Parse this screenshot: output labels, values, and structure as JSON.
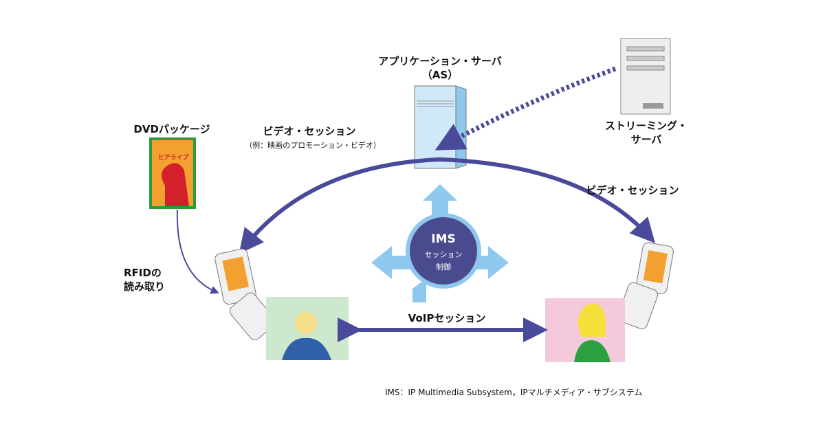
{
  "labels": {
    "app_server": "アプリケーション・サーバ",
    "app_server_abbr": "（AS）",
    "streaming_server_line1": "ストリーミング・",
    "streaming_server_line2": "サーバ",
    "dvd_package": "DVDパッケージ",
    "dvd_cover_title": "ヒアライブ",
    "video_session_left": "ビデオ・セッション",
    "video_session_left_example": "（例：映画のプロモーション・ビデオ）",
    "video_session_right": "ビデオ・セッション",
    "rfid_line1": "RFIDの",
    "rfid_line2": "読み取り",
    "ims": "IMS",
    "ims_line2": "セッション",
    "ims_line3": "制御",
    "voip_session": "VoIPセッション",
    "footnote": "IMS：IP Multimedia Subsystem，IPマルチメディア・サブシステム"
  },
  "colors": {
    "arrow": "#4a4a9a",
    "ims_circle": "#4a4a8f",
    "light_blue": "#8fc8ee",
    "left_panel": "#cde8cd",
    "right_panel": "#f5c9dc"
  }
}
